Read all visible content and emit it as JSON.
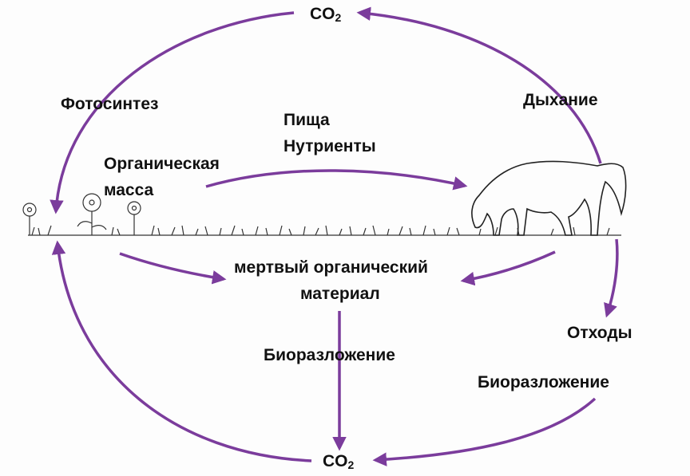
{
  "colors": {
    "arrow": "#7b3c9c",
    "ink": "#111111"
  },
  "labels": {
    "co2_top": "CO",
    "co2_top_sub": "2",
    "co2_bottom": "CO",
    "co2_bottom_sub": "2",
    "photosynthesis": "Фотосинтез",
    "respiration": "Дыхание",
    "food": "Пища",
    "nutrients": "Нутриенты",
    "organic_mass_1": "Органическая",
    "organic_mass_2": "масса",
    "dead_material_1": "мертвый органический",
    "dead_material_2": "материал",
    "biodegradation_center": "Биоразложение",
    "waste": "Отходы",
    "biodegradation_right": "Биоразложение"
  }
}
